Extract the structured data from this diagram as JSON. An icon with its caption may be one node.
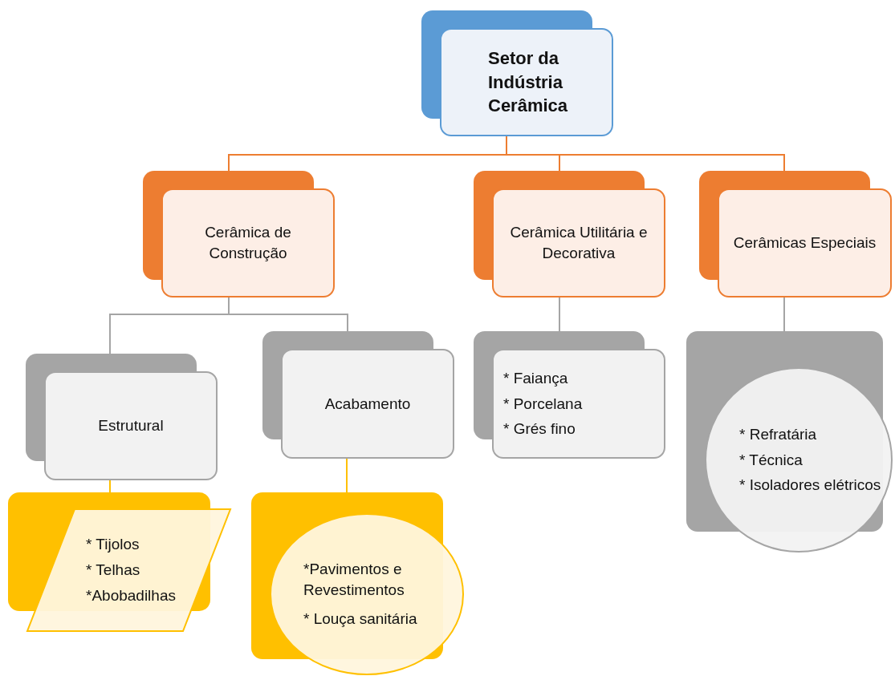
{
  "diagram": {
    "nodes": [
      {
        "text": [
          "Setor da Indústria Cerâmica"
        ]
      },
      {
        "text": [
          "Cerâmica de Construção"
        ]
      },
      {
        "text": [
          "Cerâmica Utilitária e Decorativa"
        ]
      },
      {
        "text": [
          "Cerâmicas Especiais"
        ]
      },
      {
        "text": [
          "Estrutural"
        ]
      },
      {
        "text": [
          "Acabamento"
        ]
      },
      {
        "text": [
          "* Faiança",
          "* Porcelana",
          "* Grés fino"
        ]
      },
      {
        "text": [
          "* Refratária",
          "* Técnica",
          "* Isoladores elétricos"
        ]
      },
      {
        "text": [
          "* Tijolos",
          "* Telhas",
          "*Abobadilhas"
        ]
      },
      {
        "text": [
          "*Pavimentos e Revestimentos",
          "* Louça sanitária"
        ]
      }
    ],
    "edges": [
      {
        "from": 0,
        "to": 1,
        "arrow": "none",
        "color": "#ed7d31"
      },
      {
        "from": 0,
        "to": 2,
        "arrow": "none",
        "color": "#ed7d31"
      },
      {
        "from": 0,
        "to": 3,
        "arrow": "none",
        "color": "#ed7d31"
      },
      {
        "from": 1,
        "to": 4,
        "arrow": "none"
      },
      {
        "from": 1,
        "to": 5,
        "arrow": "none"
      },
      {
        "from": 2,
        "to": 6,
        "arrow": "none"
      },
      {
        "from": 3,
        "to": 7,
        "arrow": "none"
      },
      {
        "from": 4,
        "to": 8,
        "arrow": "none",
        "color": "#ffc000"
      },
      {
        "from": 5,
        "to": 9,
        "arrow": "none",
        "color": "#ffc000"
      }
    ]
  }
}
